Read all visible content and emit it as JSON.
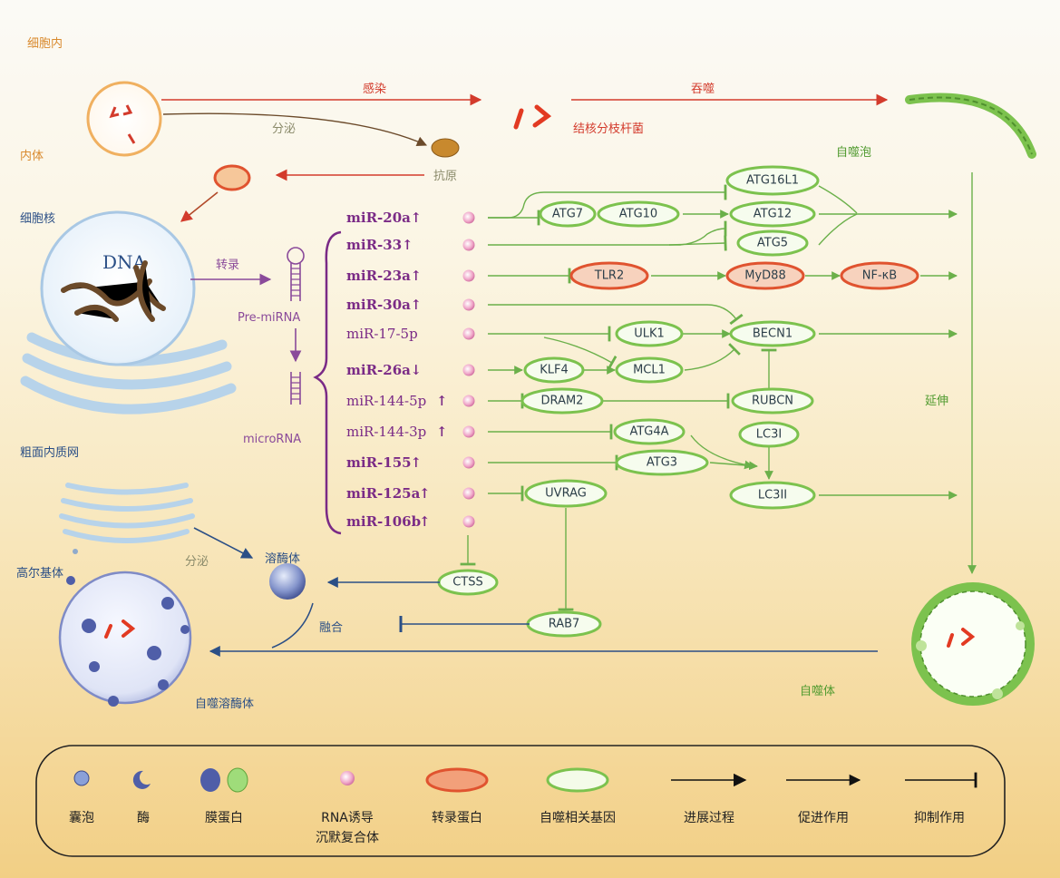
{
  "labels": {
    "intracellular": "细胞内",
    "endosome": "内体",
    "nucleus": "细胞核",
    "er": "粗面内质网",
    "golgi": "高尔基体",
    "lysosome": "溶酶体",
    "autolysosome": "自噬溶酶体",
    "autophagosome": "自噬体",
    "phagophore": "自噬泡",
    "mtb": "结核分枝杆菌",
    "antigen": "抗原",
    "invade": "感染",
    "engulf": "吞噬",
    "secrete1": "分泌",
    "secrete2": "分泌",
    "transcribe": "转录",
    "extend": "延伸",
    "fusion": "融合",
    "dna": "DNA",
    "premirna": "Pre-miRNA",
    "microrna": "microRNA"
  },
  "mirnas": [
    {
      "name": "miR-20a",
      "arrow": "↑"
    },
    {
      "name": "miR-33",
      "arrow": "↑"
    },
    {
      "name": "miR-23a",
      "arrow": "↑"
    },
    {
      "name": "miR-30a",
      "arrow": "↑"
    },
    {
      "name": "miR-17-5p",
      "arrow": ""
    },
    {
      "name": "miR-26a",
      "arrow": "↓"
    },
    {
      "name": "miR-144-5p",
      "arrow": "↑"
    },
    {
      "name": "miR-144-3p",
      "arrow": "↑"
    },
    {
      "name": "miR-155",
      "arrow": "↑"
    },
    {
      "name": "miR-125a",
      "arrow": "↑"
    },
    {
      "name": "miR-106b",
      "arrow": "↑"
    }
  ],
  "genes": {
    "atg16l1": "ATG16L1",
    "atg7": "ATG7",
    "atg10": "ATG10",
    "atg12": "ATG12",
    "atg5": "ATG5",
    "tlr2": "TLR2",
    "myd88": "MyD88",
    "nfkb": "NF-κB",
    "ulk1": "ULK1",
    "becn1": "BECN1",
    "klf4": "KLF4",
    "mcl1": "MCL1",
    "dram2": "DRAM2",
    "rubcn": "RUBCN",
    "atg4a": "ATG4A",
    "lc3i": "LC3I",
    "atg3": "ATG3",
    "lc3ii": "LC3II",
    "uvrag": "UVRAG",
    "ctss": "CTSS",
    "rab7": "RAB7"
  },
  "legend": [
    {
      "label": "囊泡",
      "label2": ""
    },
    {
      "label": "酶",
      "label2": ""
    },
    {
      "label": "膜蛋白",
      "label2": ""
    },
    {
      "label": "RNA诱导",
      "label2": "沉默复合体"
    },
    {
      "label": "转录蛋白",
      "label2": ""
    },
    {
      "label": "自噬相关基因",
      "label2": ""
    },
    {
      "label": "进展过程",
      "label2": ""
    },
    {
      "label": "促进作用",
      "label2": ""
    },
    {
      "label": "抑制作用",
      "label2": ""
    }
  ],
  "colors": {
    "promote_green": "#6bb04a",
    "inhibit_blue": "#2b4f86",
    "mirna_purple": "#7a2a86",
    "red_process": "#d33b2c",
    "gene_border": "#7cc24e",
    "tf_border": "#e0532f"
  }
}
